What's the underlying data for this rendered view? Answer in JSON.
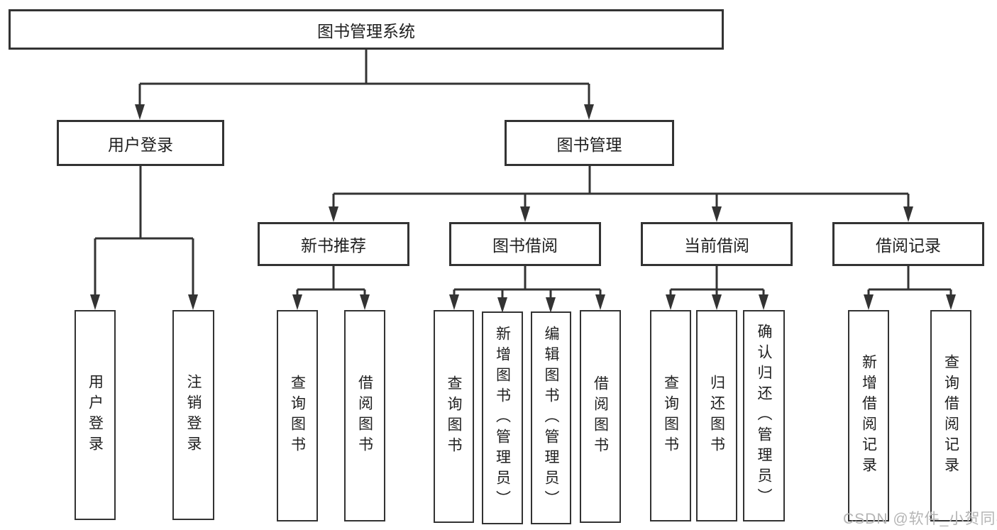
{
  "diagram": {
    "root": {
      "label": "图书管理系统"
    },
    "level2": [
      {
        "label": "用户登录"
      },
      {
        "label": "图书管理"
      }
    ],
    "level3": [
      {
        "label": "新书推荐"
      },
      {
        "label": "图书借阅"
      },
      {
        "label": "当前借阅"
      },
      {
        "label": "借阅记录"
      }
    ],
    "leaves": {
      "user_login": [
        "用户登录",
        "注销登录"
      ],
      "new_book_recommend": [
        "查询图书",
        "借阅图书"
      ],
      "book_borrow": [
        "查询图书",
        "新增图书（管理员）",
        "编辑图书（管理员）",
        "借阅图书"
      ],
      "current_borrow": [
        "查询图书",
        "归还图书",
        "确认归还（管理员）"
      ],
      "borrow_records": [
        "新增借阅记录",
        "查询借阅记录"
      ]
    }
  },
  "watermark": "CSDN @软件_小贺同学",
  "colors": {
    "line": "#333333",
    "box_border": "#333333",
    "box_fill": "#ffffff",
    "text": "#1f1f1f",
    "watermark": "#b5b5b5",
    "background": "#ffffff"
  }
}
